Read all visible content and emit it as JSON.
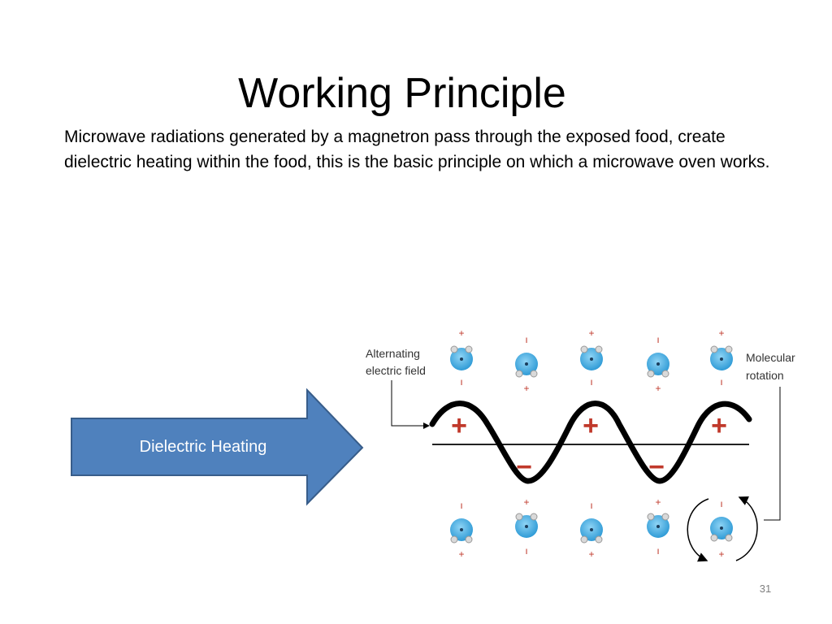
{
  "slide": {
    "title": "Working Principle",
    "body": "Microwave radiations generated by a magnetron pass through the exposed food, create dielectric heating within the food, this is the basic principle on which a microwave oven works.",
    "arrow_label": "Dielectric Heating",
    "page_number": "31"
  },
  "diagram": {
    "label_field_line1": "Alternating",
    "label_field_line2": "electric field",
    "label_rotation_line1": "Molecular",
    "label_rotation_line2": "rotation",
    "plus_sign": "+",
    "minus_sign": "−",
    "small_plus": "+",
    "small_minus": "ı"
  },
  "colors": {
    "arrow_fill": "#4f81bd",
    "arrow_stroke": "#385d8a",
    "sign_red": "#c0392b",
    "molecule_blue": "#3fa9e0",
    "wave_black": "#000000"
  }
}
